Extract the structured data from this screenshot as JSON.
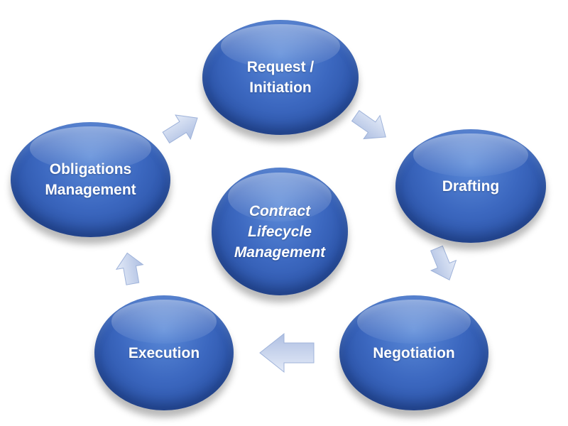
{
  "diagram": {
    "center": {
      "label": "Contract\nLifecycle\nManagement"
    },
    "stages": [
      {
        "label": "Request /\nInitiation"
      },
      {
        "label": "Drafting"
      },
      {
        "label": "Negotiation"
      },
      {
        "label": "Execution"
      },
      {
        "label": "Obligations\nManagement"
      }
    ],
    "flow_direction": "clockwise",
    "colors": {
      "node_fill": "#3a66bf",
      "node_text": "#ffffff",
      "arrow_fill": "#c5d3ec",
      "arrow_edge": "#8fa6d2"
    }
  }
}
